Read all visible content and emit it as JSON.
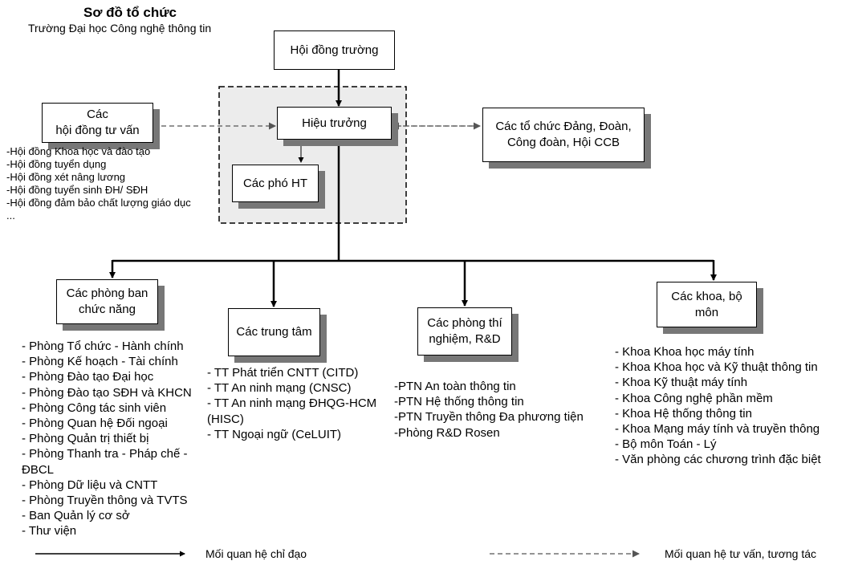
{
  "header": {
    "title": "Sơ đồ tổ chức",
    "subtitle": "Trường Đại học Công nghệ thông tin"
  },
  "boxes": {
    "hoi_dong_truong": "Hội đồng trường",
    "hieu_truong": "Hiệu trưởng",
    "cac_pho_ht": "Các phó HT",
    "hoi_dong_tu_van": "Các\nhội đồng tư vấn",
    "to_chuc_dang": "Các tổ chức Đảng, Đoàn,\nCông đoàn, Hội CCB",
    "phong_ban": "Các phòng ban\nchức năng",
    "trung_tam": "Các trung tâm",
    "phong_thi_nghiem": "Các phòng thí\nnghiệm, R&D",
    "khoa_bo_mon": "Các khoa, bộ\nmôn"
  },
  "lists": {
    "hoi_dong": [
      "-Hội đồng Khoa học và đào tạo",
      "-Hội đồng tuyển dụng",
      "-Hội đồng xét nâng lương",
      "-Hội đồng tuyển sinh ĐH/ SĐH",
      "-Hội đồng đảm bảo chất lượng giáo dục",
      "..."
    ],
    "phong_ban": [
      "- Phòng Tổ chức - Hành chính",
      "- Phòng Kế hoạch - Tài chính",
      "- Phòng Đào tạo Đại học",
      "- Phòng Đào tạo SĐH và KHCN",
      "- Phòng Công tác sinh viên",
      "- Phòng Quan hệ Đối ngoại",
      "- Phòng Quản trị thiết bị",
      "- Phòng Thanh tra - Pháp chế - ĐBCL",
      "- Phòng Dữ liệu và CNTT",
      "- Phòng Truyền thông và TVTS",
      "- Ban Quản lý cơ sở",
      "- Thư viện"
    ],
    "trung_tam": [
      "- TT Phát triển CNTT (CITD)",
      "- TT An ninh mạng (CNSC)",
      "- TT An ninh mạng ĐHQG-HCM (HISC)",
      "- TT Ngoại ngữ (CeLUIT)"
    ],
    "phong_thi_nghiem": [
      "-PTN An toàn thông tin",
      "-PTN Hệ thống thông tin",
      "-PTN Truyền thông Đa phương tiện",
      "-Phòng R&D Rosen"
    ],
    "khoa": [
      "- Khoa Khoa học máy tính",
      "- Khoa Khoa học và Kỹ thuật thông tin",
      "- Khoa Kỹ thuật máy tính",
      "- Khoa Công nghệ phần mềm",
      "- Khoa Hệ thống thông tin",
      "- Khoa Mạng máy tính và truyền thông",
      "- Bộ môn Toán - Lý",
      "- Văn phòng các chương trình đặc biệt"
    ]
  },
  "legend": {
    "solid": "Mối quan hệ chỉ đạo",
    "dashed": "Mối quan hệ tư vấn, tương tác"
  },
  "colors": {
    "shadow": "#777777",
    "group_fill": "#ececec",
    "line": "#000000",
    "dashed_line": "#555555"
  }
}
